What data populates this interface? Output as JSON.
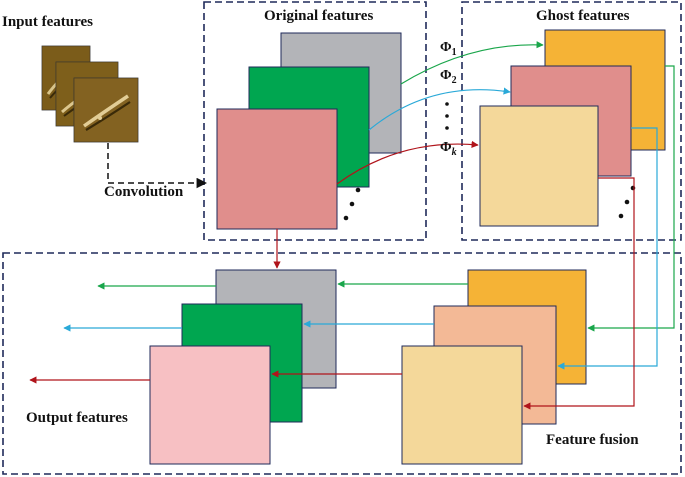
{
  "labels": {
    "input_features": "Input features",
    "original_features": "Original features",
    "ghost_features": "Ghost features",
    "convolution": "Convolution",
    "output_features": "Output features",
    "feature_fusion": "Feature fusion"
  },
  "phi_labels": [
    {
      "symbol": "Φ",
      "sub": "1"
    },
    {
      "symbol": "Φ",
      "sub": "2"
    },
    {
      "symbol": "Φ",
      "sub": "k"
    }
  ],
  "colors": {
    "gray": "#b3b4b8",
    "green": "#00a650",
    "pink": "#e08e8c",
    "orange": "#f5b336",
    "salmon": "#f3b996",
    "cream": "#f4d89a",
    "light_pink": "#f7c0c3",
    "arrow_green": "#1aa64b",
    "arrow_blue": "#2aa9d8",
    "arrow_red": "#b0141b",
    "frame": "#1f2a5a"
  }
}
